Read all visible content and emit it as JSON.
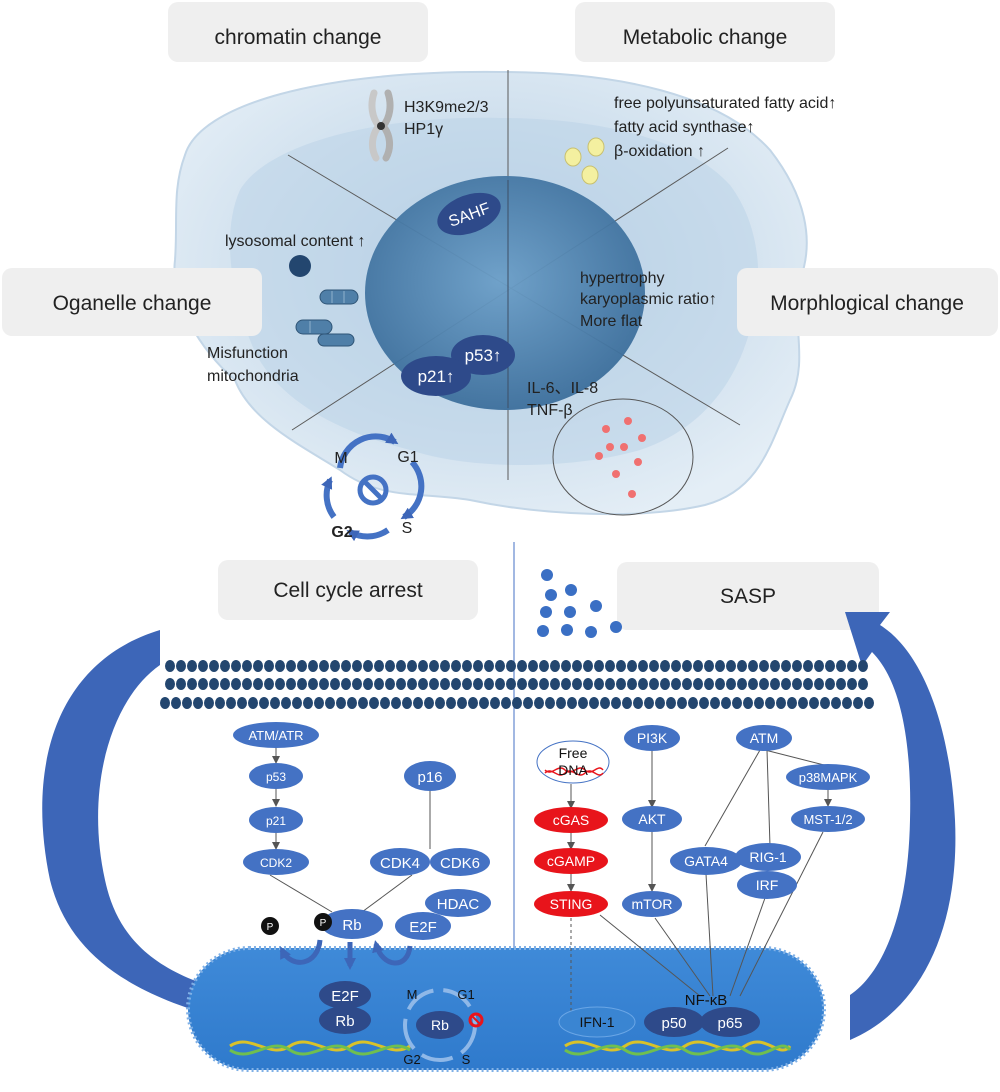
{
  "top_panel": {
    "headers": {
      "chromatin": "chromatin change",
      "metabolic": "Metabolic change",
      "organelle": "Oganelle change",
      "morphological": "Morphlogical change",
      "cell_cycle": "Cell cycle arrest",
      "sasp": "SASP"
    },
    "chromatin_markers": [
      "H3K9me2/3",
      "HP1γ"
    ],
    "metabolic_markers": [
      "free polyunsaturated fatty acid↑",
      "fatty acid synthase↑",
      "β-oxidation ↑"
    ],
    "lysosome_label": "lysosomal content ↑",
    "mito_label": [
      "Misfunction",
      "mitochondria"
    ],
    "morph_markers": [
      "hypertrophy",
      "karyoplasmic ratio↑",
      "More flat"
    ],
    "secreted_markers": [
      "IL-6、IL-8",
      "TNF-β"
    ],
    "nucleus_labels": {
      "sahf": "SAHF",
      "p53": "p53↑",
      "p21": "p21↑"
    },
    "cycle_phases": {
      "m": "M",
      "g1": "G1",
      "g2": "G2",
      "s": "S"
    }
  },
  "bottom_panel": {
    "left_pathway": {
      "atm_atr": "ATM/ATR",
      "p53": "p53",
      "p21": "p21",
      "cdk2": "CDK2",
      "p16": "p16",
      "cdk4": "CDK4",
      "cdk6": "CDK6",
      "rb": "Rb",
      "hdac": "HDAC",
      "e2f": "E2F",
      "phospho": "P"
    },
    "right_pathway": {
      "free_dna": [
        "Free",
        "DNA"
      ],
      "cgas": "cGAS",
      "cgamp": "cGAMP",
      "sting": "STING",
      "pi3k": "PI3K",
      "akt": "AKT",
      "mtor": "mTOR",
      "atm": "ATM",
      "p38mapk": "p38MAPK",
      "mst": "MST-1/2",
      "gata4": "GATA4",
      "rig1": "RIG-1",
      "irf": "IRF"
    },
    "nucleus": {
      "e2f": "E2F",
      "rb": "Rb",
      "rb_cycle": "Rb",
      "phases": {
        "m": "M",
        "g1": "G1",
        "g2": "G2",
        "s": "S"
      },
      "nfkb": "NF-κB",
      "p50": "p50",
      "p65": "p65",
      "ifn1": "IFN-1"
    }
  },
  "colors": {
    "node_blue": "#4472c4",
    "dark_blue": "#2e4a8a",
    "arrow_blue": "#3d66b8",
    "red": "#e8141b",
    "cell_light": "#cfe0ee",
    "nucleus_blue": "#3a8fd6",
    "header_bg": "#efefef"
  }
}
